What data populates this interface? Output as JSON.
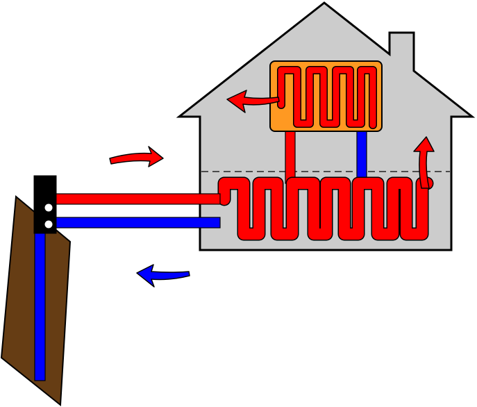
{
  "diagram": {
    "labels": [],
    "colors": {
      "hot": "#ff0000",
      "cold": "#0000ff",
      "house": "#cccccc",
      "radiator": "#ff9922",
      "ground": "#663d14",
      "outline": "#000000",
      "background": "#ffffff"
    },
    "components": [
      "house",
      "chimney",
      "radiator",
      "underfloor-heating-loop",
      "ground-probe",
      "heat-pump-unit",
      "flow-pipe",
      "return-pipe",
      "warm-air-arrows",
      "cold-air-arrow"
    ]
  }
}
